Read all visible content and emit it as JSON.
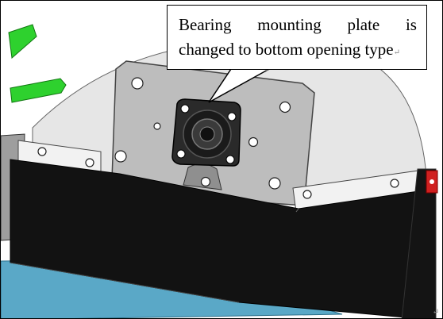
{
  "callout": {
    "line1_words": [
      "Bearing",
      "mounting",
      "plate",
      "is"
    ],
    "line2": "changed to bottom opening type",
    "return_mark": "↵"
  },
  "corner_mark": "↵",
  "colors": {
    "plate": "#bdbdbd",
    "housing": "#2a2a2a",
    "frame": "#121212",
    "disc": "#e4e4e4",
    "green_part": "#2ed12e",
    "blue_base": "#5aa8c7",
    "red_part": "#d02020"
  }
}
